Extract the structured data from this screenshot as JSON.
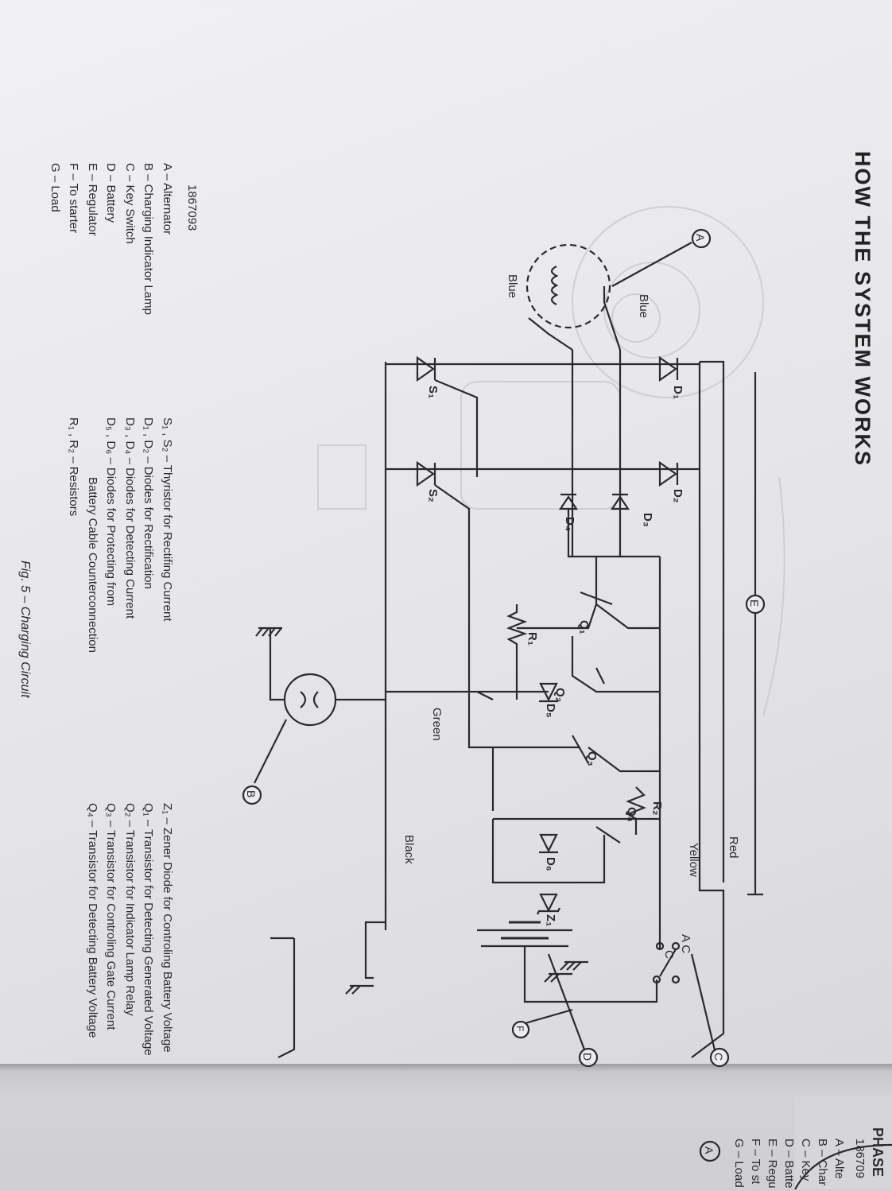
{
  "title": "HOW THE SYSTEM WORKS",
  "figure_number": "1867093",
  "caption": "Fig. 5 – Charging Circuit",
  "legend_letters": [
    "A – Alternator",
    "B – Charging Indicator Lamp",
    "C – Key Switch",
    "D – Battery",
    "E – Regulator",
    "F – To starter",
    "G – Load"
  ],
  "legend_components_left": [
    "S₁ , S₂  – Thyristor for Rectifing Current",
    "D₁ , D₂ – Diodes for Rectification",
    "D₃ , D₄ – Diodes for Detecting Current",
    "D₅ , D₆ – Diodes for Protecting from",
    "Battery Cable Counterconnection",
    "R₁ , R₂ – Resistors"
  ],
  "legend_components_right": [
    "Z₁  – Zener Diode for Controling Battery Voltage",
    "Q₁  – Transistor for Detecting Generated Voltage",
    "Q₂  – Transistor for Indicator Lamp Relay",
    "Q₃  – Transistor for Controling Gate Current",
    "Q₄  – Transistor for Detecting Battery Voltage"
  ],
  "circuit_labels": {
    "A": "A",
    "B": "B",
    "C": "C",
    "D": "D",
    "E": "E",
    "F": "F",
    "D1": "D₁",
    "D2": "D₂",
    "D3": "D₃",
    "D4": "D₄",
    "D5": "D₅",
    "D6": "D₆",
    "S1": "S₁",
    "S2": "S₂",
    "Q1": "Q₁",
    "Q2": "Q₂",
    "Q3": "Q₃",
    "Q4": "Q₄",
    "R1": "R₁",
    "R2": "R₂",
    "Z1": "Z₁",
    "key_ac": "A C",
    "key_c": "C"
  },
  "wire_colors": {
    "red": "Red",
    "yellow": "Yellow",
    "black": "Black",
    "green": "Green",
    "blue1": "Blue",
    "blue2": "Blue"
  },
  "next_page": {
    "header": "PHASE",
    "figure_number": "186709",
    "legend": [
      "A – Alte",
      "B – Char",
      "C – Key",
      "D – Batte",
      "E – Regu",
      "F – To st",
      "G – Load"
    ],
    "label_a": "A"
  }
}
